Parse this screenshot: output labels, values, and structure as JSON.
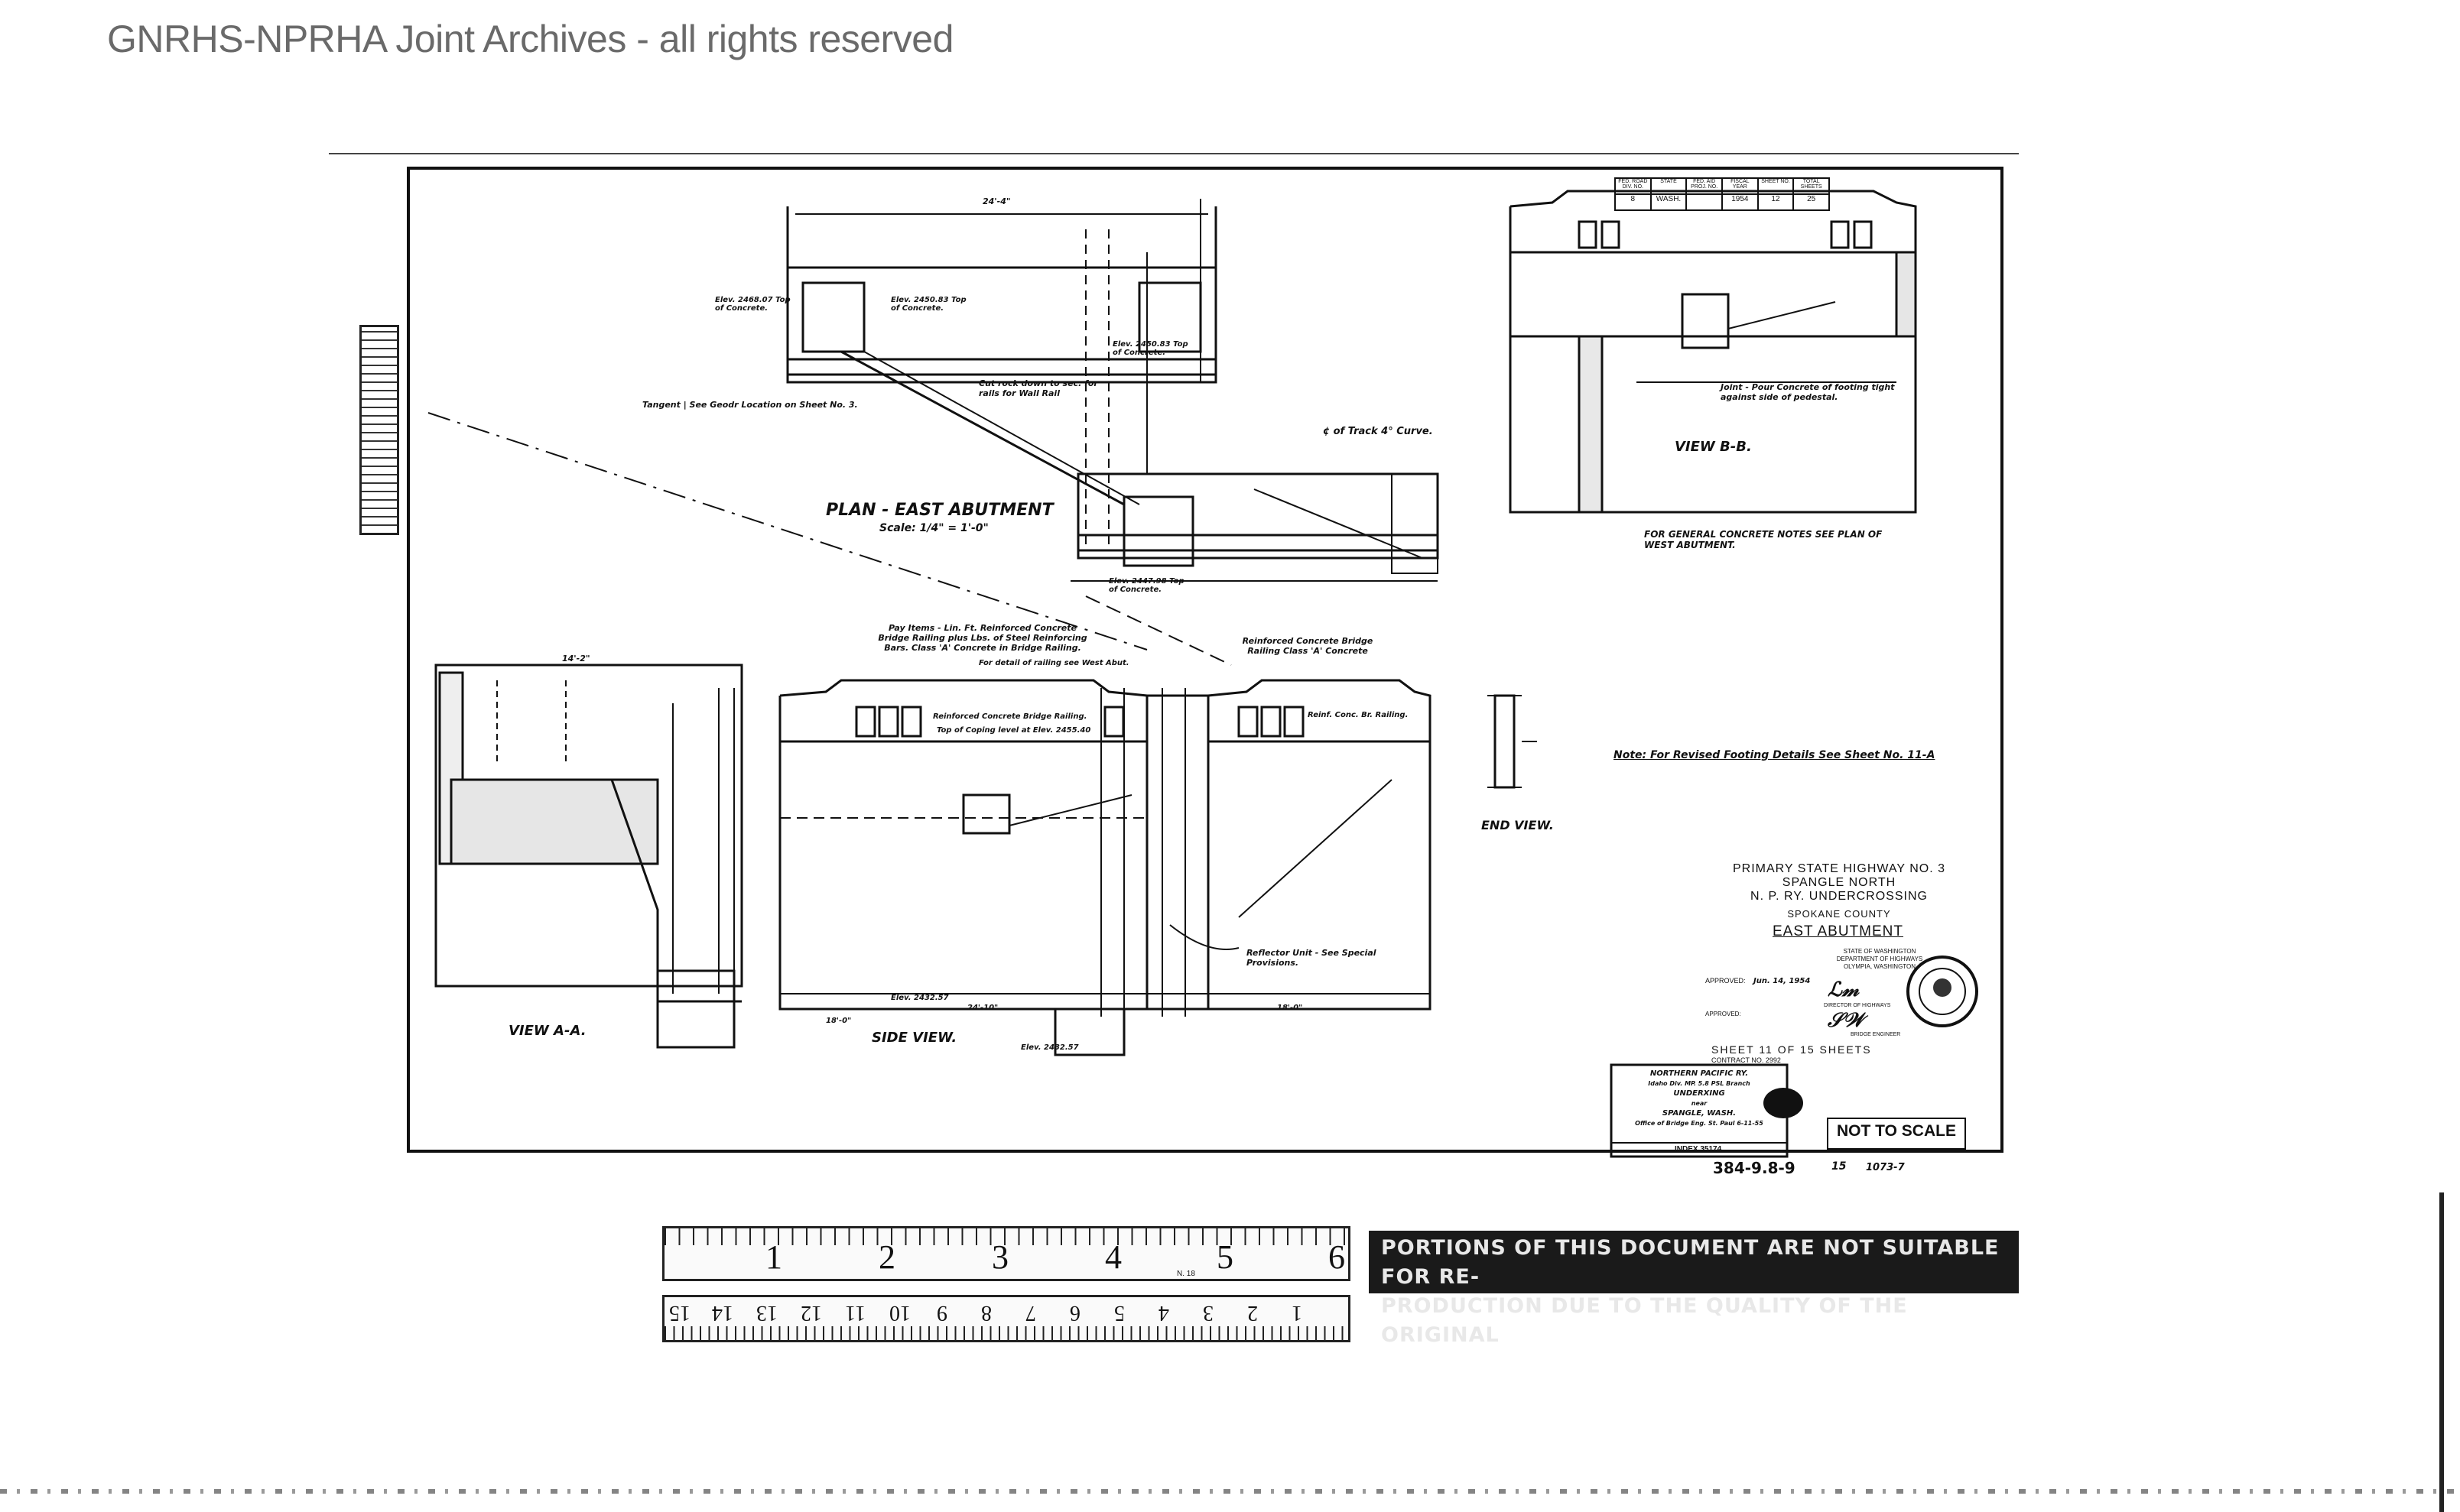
{
  "watermark": "GNRHS-NPRHA Joint Archives - all rights reserved",
  "drawing": {
    "plan_title": "PLAN - EAST ABUTMENT",
    "plan_scale": "Scale: 1/4\" = 1'-0\"",
    "view_aa": "VIEW A-A.",
    "side_view": "SIDE VIEW.",
    "end_view": "END VIEW.",
    "view_bb": "VIEW B-B.",
    "concrete_note": "FOR GENERAL CONCRETE NOTES SEE PLAN OF WEST ABUTMENT.",
    "footing_note": "Note: For Revised Footing Details See Sheet No. 11-A",
    "tangent_note": "Tangent | See Geodr Location on Sheet No. 3.",
    "curve_note": "¢ of Track 4° Curve.",
    "cut_rock_note": "Cut rock down to sec. for rails for Wall Rail",
    "elev_top_concrete_1": "Elev. 2468.07 Top of Concrete.",
    "elev_top_concrete_2": "Elev. 2450.83 Top of Concrete.",
    "elev_top_concrete_3": "Elev. 2450.83 Top of Concrete.",
    "elev_top_concrete_4": "Elev. 2447.98 Top of Concrete.",
    "pay_items_note": "Pay Items - Lin. Ft. Reinforced Concrete Bridge Railing plus Lbs. of Steel Reinforcing Bars. Class 'A' Concrete in Bridge Railing.",
    "railing_label_right": "Reinforced Concrete Bridge Railing Class 'A' Concrete",
    "railing_detail": "For detail of railing see West Abut.",
    "railing_label_side": "Reinforced Concrete Bridge Railing.",
    "coping_note": "Top of Coping level at Elev. 2455.40",
    "reinf_rail_note": "Reinf. Conc. Br. Railing.",
    "reflector_note": "Reflector Unit - See Special Provisions.",
    "elev_side_1": "Elev. 2432.57",
    "elev_side_2": "Elev. 2432.57",
    "pour_note": "Joint - Pour Concrete of footing tight against side of pedestal.",
    "dim_plan_top": "24'-4\"",
    "dim_aa_top": "14'-2\"",
    "dim_side_left": "18'-0\"",
    "dim_side_right": "18'-0\"",
    "dim_side_span": "24'-10\""
  },
  "project": {
    "line1": "PRIMARY STATE HIGHWAY NO. 3",
    "line2": "SPANGLE NORTH",
    "line3": "N. P. RY. UNDERCROSSING",
    "line4": "SPOKANE COUNTY",
    "sheet_name": "EAST ABUTMENT",
    "state": "STATE OF WASHINGTON",
    "dept": "DEPARTMENT OF HIGHWAYS",
    "city": "OLYMPIA, WASHINGTON",
    "approved_label": "APPROVED:",
    "approved_date": "Jun. 14, 1954",
    "director": "DIRECTOR OF HIGHWAYS",
    "approved_label_2": "APPROVED:",
    "bridge_engineer": "BRIDGE ENGINEER",
    "sheet_of": "SHEET 11 OF 15 SHEETS",
    "contract": "CONTRACT NO. 2992",
    "seal_text": "STATE OF WASHINGTON"
  },
  "header_table": {
    "headers": [
      "FED. ROAD DIV. NO.",
      "STATE",
      "FED. AID PROJ. NO.",
      "FISCAL YEAR",
      "SHEET NO.",
      "TOTAL SHEETS"
    ],
    "values": [
      "8",
      "WASH.",
      "",
      "1954",
      "12",
      "25"
    ]
  },
  "railway_box": {
    "line1": "NORTHERN PACIFIC RY.",
    "line2": "Idaho Div. MP. 5.8 PSL Branch",
    "line3": "UNDERXING",
    "line4": "near",
    "line5": "SPANGLE, WASH.",
    "line6": "Office of Bridge Eng. St. Paul 6-11-55",
    "index": "INDEX 35174",
    "drawing_no": "384-9.8-9",
    "drawing_suffix": "15",
    "drawing_ref": "1073-7"
  },
  "not_to_scale": "NOT TO SCALE",
  "ruler": {
    "inch_labels": [
      "1",
      "2",
      "3",
      "4",
      "5",
      "6"
    ],
    "cm_labels": [
      "15",
      "14",
      "13",
      "12",
      "11",
      "10",
      "9",
      "8",
      "7",
      "6",
      "5",
      "4",
      "3",
      "2",
      "1"
    ],
    "mfr": "N. 18"
  },
  "disclaimer": {
    "line1": "PORTIONS OF THIS DOCUMENT ARE NOT SUITABLE FOR RE-",
    "line2": "PRODUCTION DUE TO THE QUALITY OF THE ORIGINAL"
  },
  "colors": {
    "ink": "#111111",
    "watermark": "#6a6a6a",
    "paper": "#ffffff"
  }
}
